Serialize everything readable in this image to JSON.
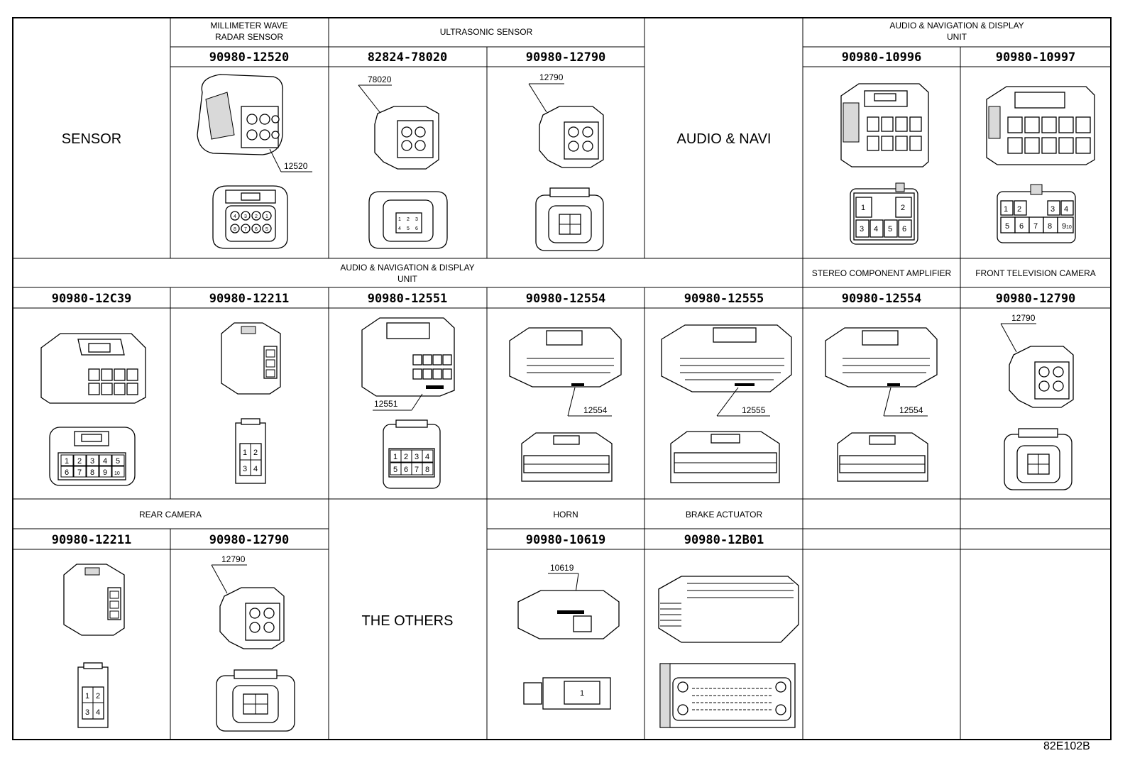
{
  "groups": {
    "sensor": "SENSOR",
    "millimeter_l1": "MILLIMETER WAVE",
    "millimeter_l2": "RADAR SENSOR",
    "ultrasonic": "ULTRASONIC SENSOR",
    "audio_navi": "AUDIO & NAVI",
    "audio_unit_l1": "AUDIO & NAVIGATION & DISPLAY",
    "audio_unit_l2": "UNIT",
    "audio_unit2_l1": "AUDIO & NAVIGATION & DISPLAY",
    "audio_unit2_l2": "UNIT",
    "stereo": "STEREO COMPONENT AMPLIFIER",
    "front_tv": "FRONT TELEVISION CAMERA",
    "rear_camera": "REAR CAMERA",
    "the_others": "THE OTHERS",
    "horn": "HORN",
    "brake": "BRAKE ACTUATOR"
  },
  "parts": {
    "r1c2": "90980-12520",
    "r1c3": "82824-78020",
    "r1c4": "90980-12790",
    "r1c6": "90980-10996",
    "r1c7": "90980-10997",
    "r2c1": "90980-12C39",
    "r2c2": "90980-12211",
    "r2c3": "90980-12551",
    "r2c4": "90980-12554",
    "r2c5": "90980-12555",
    "r2c6": "90980-12554",
    "r2c7": "90980-12790",
    "r3c1": "90980-12211",
    "r3c2": "90980-12790",
    "r3c4": "90980-10619",
    "r3c5": "90980-12B01"
  },
  "callouts": {
    "c12520": "12520",
    "c78020": "78020",
    "c12790a": "12790",
    "c12551": "12551",
    "c12554a": "12554",
    "c12555": "12555",
    "c12554b": "12554",
    "c12790b": "12790",
    "c12790c": "12790",
    "c10619": "10619"
  },
  "pins": {
    "radar": [
      "4",
      "3",
      "2",
      "1",
      "8",
      "7",
      "6",
      "5"
    ],
    "ultra6": [
      "1",
      "2",
      "3",
      "4",
      "5",
      "6"
    ],
    "p10996": [
      "1",
      "2",
      "3",
      "4",
      "5",
      "6"
    ],
    "p10997": [
      "1",
      "2",
      "3",
      "4",
      "5",
      "6",
      "7",
      "8",
      "9",
      "10"
    ],
    "p12c39": [
      "1",
      "2",
      "3",
      "4",
      "5",
      "6",
      "7",
      "8",
      "9",
      "10"
    ],
    "p12211": [
      "1",
      "2",
      "3",
      "4"
    ],
    "p12551": [
      "1",
      "2",
      "3",
      "4",
      "5",
      "6",
      "7",
      "8"
    ],
    "p10619": [
      "1"
    ]
  },
  "figure_id": "82E102B"
}
